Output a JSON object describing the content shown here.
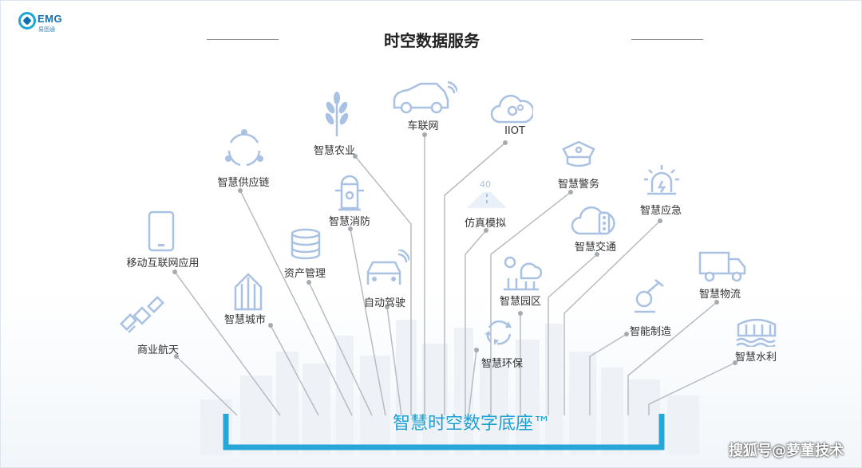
{
  "header": {
    "logo_text": "EMG",
    "logo_subtext": "易图通",
    "title": "时空数据服务"
  },
  "colors": {
    "icon": "#a9c1e3",
    "connector": "#b8bcc2",
    "base_bracket": "#27a6d8",
    "base_text": "#1e9fd1"
  },
  "nodes": [
    {
      "id": "commercial-space",
      "label": "商业航天",
      "icon": "satellite-icon"
    },
    {
      "id": "mobile-internet",
      "label": "移动互联网应用",
      "icon": "smartphone-icon"
    },
    {
      "id": "smart-city",
      "label": "智慧城市",
      "icon": "skyscraper-icon"
    },
    {
      "id": "smart-supply-chain",
      "label": "智慧供应链",
      "icon": "cycle-arrows-icon"
    },
    {
      "id": "asset-management",
      "label": "资产管理",
      "icon": "coin-stack-icon"
    },
    {
      "id": "smart-fire",
      "label": "智慧消防",
      "icon": "fire-hydrant-icon"
    },
    {
      "id": "smart-agriculture",
      "label": "智慧农业",
      "icon": "wheat-icon"
    },
    {
      "id": "autonomous-driving",
      "label": "自动驾驶",
      "icon": "car-wireless-icon"
    },
    {
      "id": "connected-vehicles",
      "label": "车联网",
      "icon": "connected-car-icon"
    },
    {
      "id": "iiot",
      "label": "IIOT",
      "icon": "cloud-gear-icon"
    },
    {
      "id": "simulation",
      "label": "仿真模拟",
      "icon": "road-sign-icon"
    },
    {
      "id": "smart-env",
      "label": "智慧环保",
      "icon": "recycle-icon"
    },
    {
      "id": "smart-park",
      "label": "智慧园区",
      "icon": "park-icon"
    },
    {
      "id": "smart-police",
      "label": "智慧警务",
      "icon": "police-cap-icon"
    },
    {
      "id": "smart-traffic",
      "label": "智慧交通",
      "icon": "cloud-traffic-light-icon"
    },
    {
      "id": "smart-manufacturing",
      "label": "智能制造",
      "icon": "robot-arm-icon"
    },
    {
      "id": "smart-emergency",
      "label": "智慧应急",
      "icon": "alarm-light-icon"
    },
    {
      "id": "smart-logistics",
      "label": "智慧物流",
      "icon": "truck-icon"
    },
    {
      "id": "smart-water",
      "label": "智慧水利",
      "icon": "water-dam-icon"
    }
  ],
  "base": {
    "label": "智慧时空数字底座™"
  },
  "watermark": "搜狐号@萝菫技术"
}
